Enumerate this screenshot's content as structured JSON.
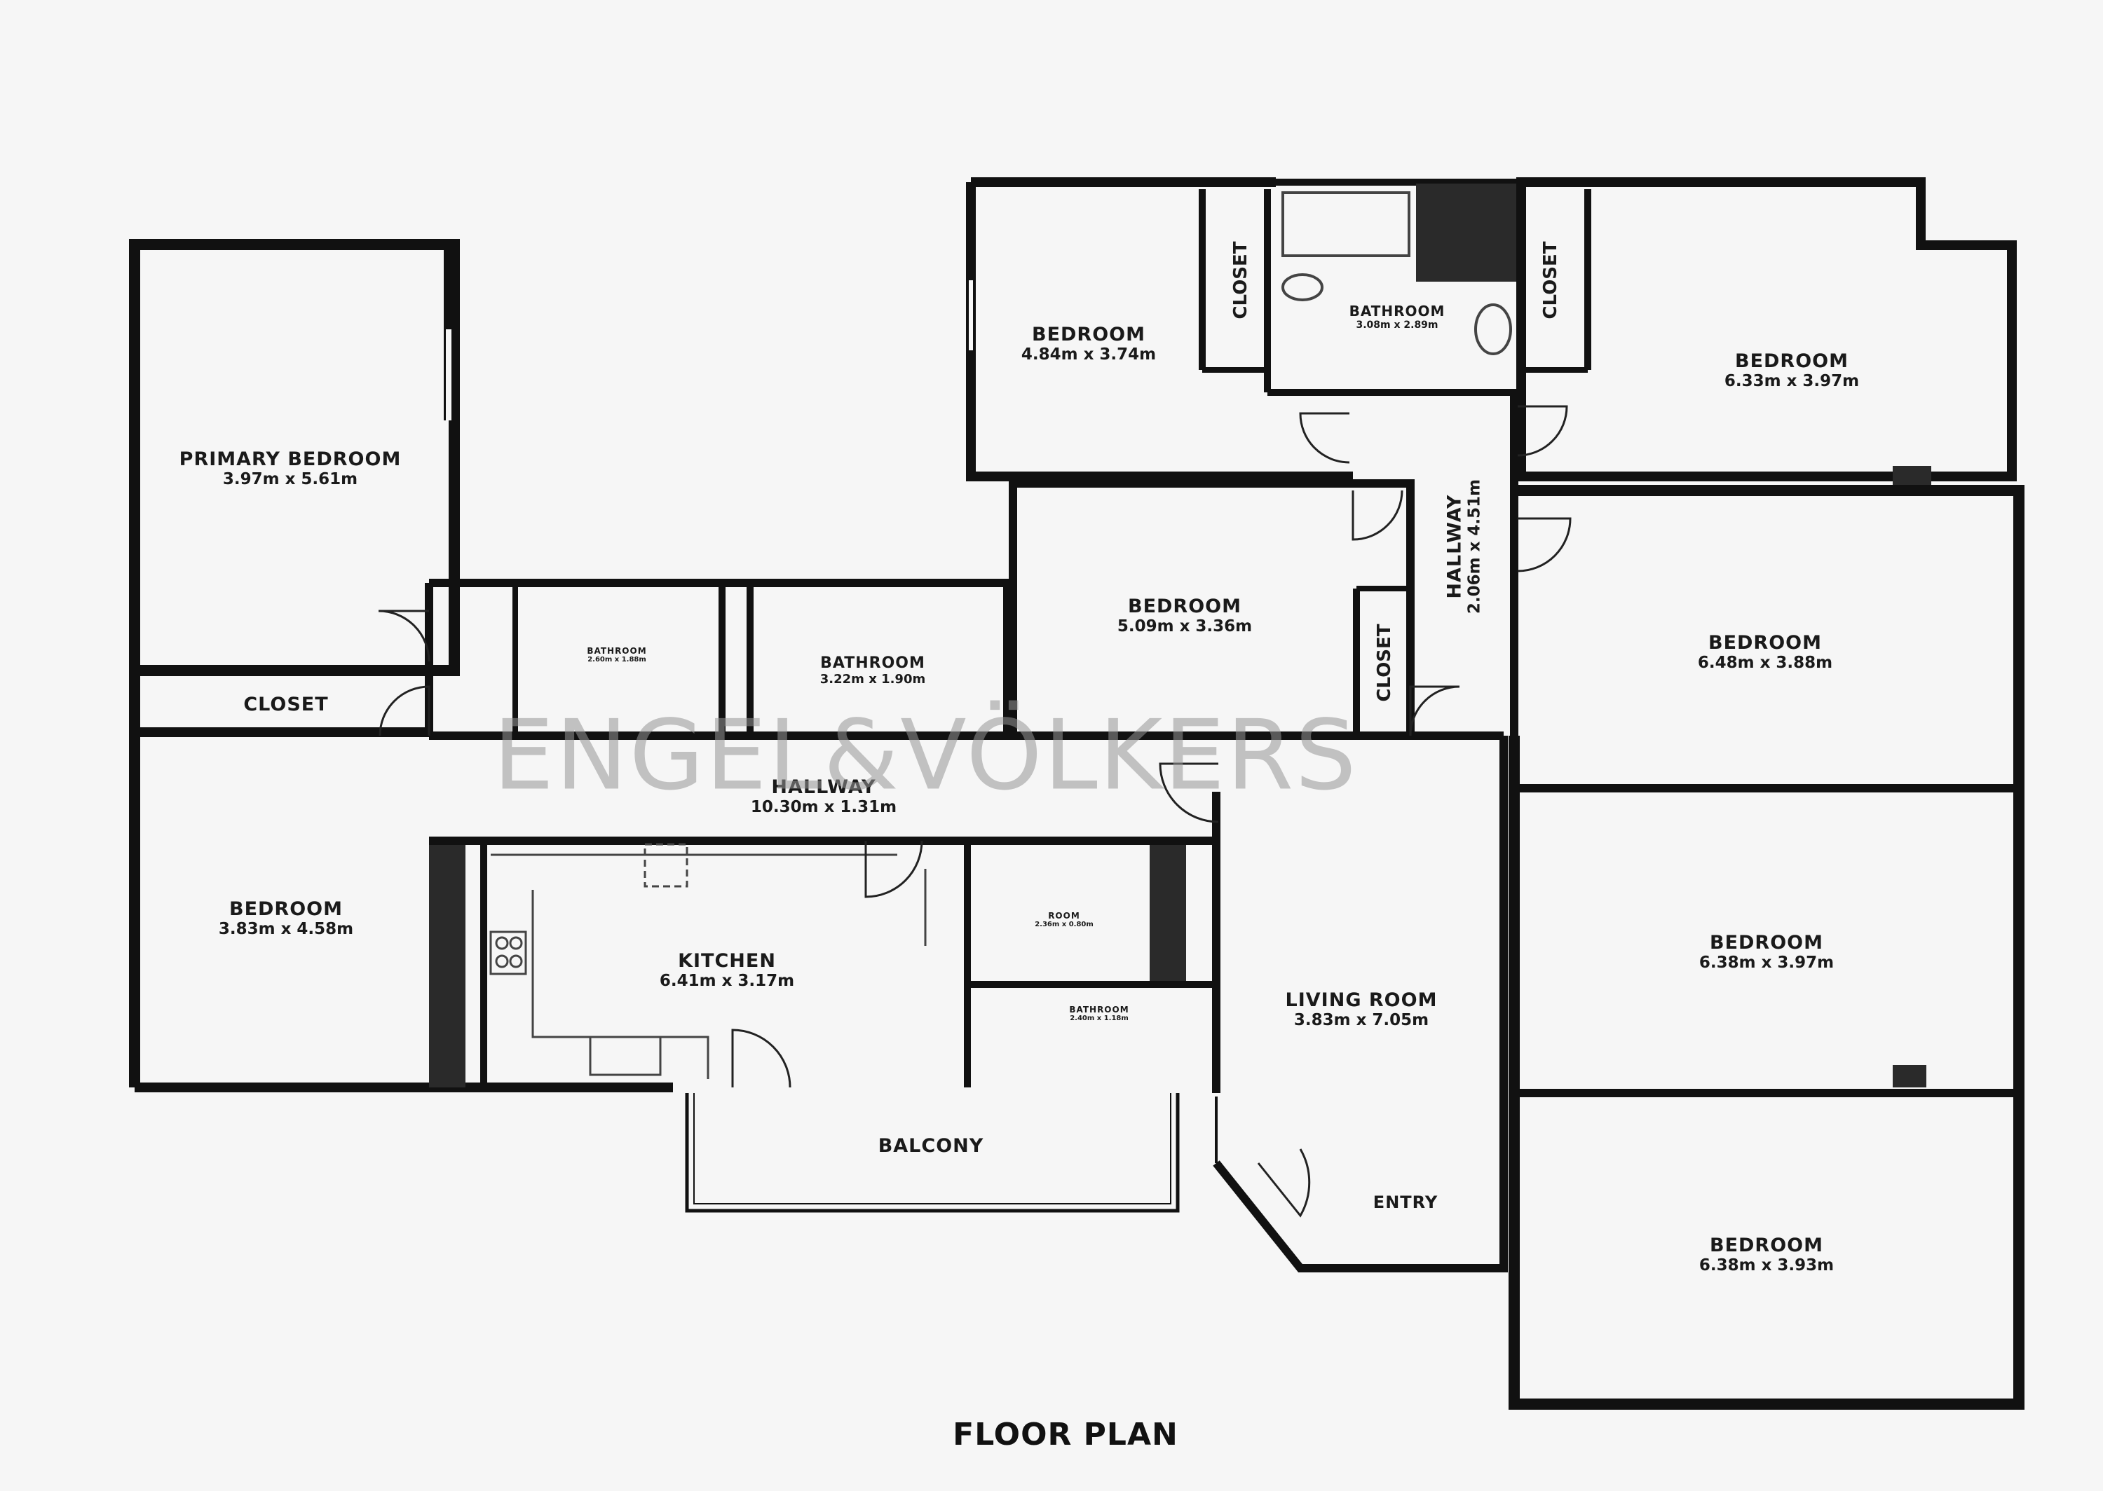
{
  "watermark": "ENGEL&VÖLKERS",
  "title": "FLOOR PLAN",
  "rooms": {
    "primary_bedroom": {
      "name": "PRIMARY BEDROOM",
      "dims": "3.97m x 5.61m"
    },
    "closet_left": {
      "name": "CLOSET"
    },
    "bedroom_left": {
      "name": "BEDROOM",
      "dims": "3.83m x 4.58m"
    },
    "bathroom_small": {
      "name": "BATHROOM",
      "dims": "2.60m x 1.88m"
    },
    "bathroom_mid": {
      "name": "BATHROOM",
      "dims": "3.22m x 1.90m"
    },
    "hallway_main": {
      "name": "HALLWAY",
      "dims": "10.30m x 1.31m"
    },
    "kitchen": {
      "name": "KITCHEN",
      "dims": "6.41m x 3.17m"
    },
    "room_small": {
      "name": "ROOM",
      "dims": "2.36m x 0.80m"
    },
    "bathroom_kitchen": {
      "name": "BATHROOM",
      "dims": "2.40m x 1.18m"
    },
    "balcony": {
      "name": "BALCONY"
    },
    "bedroom_top_left": {
      "name": "BEDROOM",
      "dims": "4.84m x 3.74m"
    },
    "closet_top_a": {
      "name": "CLOSET"
    },
    "bathroom_top": {
      "name": "BATHROOM",
      "dims": "3.08m x 2.89m"
    },
    "closet_top_b": {
      "name": "CLOSET"
    },
    "bedroom_top_right": {
      "name": "BEDROOM",
      "dims": "6.33m x 3.97m"
    },
    "bedroom_center": {
      "name": "BEDROOM",
      "dims": "5.09m x 3.36m"
    },
    "closet_center": {
      "name": "CLOSET"
    },
    "hallway_vertical": {
      "name": "HALLWAY",
      "dims": "2.06m x 4.51m"
    },
    "bedroom_right_1": {
      "name": "BEDROOM",
      "dims": "6.48m x 3.88m"
    },
    "bedroom_right_2": {
      "name": "BEDROOM",
      "dims": "6.38m x 3.97m"
    },
    "bedroom_right_3": {
      "name": "BEDROOM",
      "dims": "6.38m x 3.93m"
    },
    "living_room": {
      "name": "LIVING ROOM",
      "dims": "3.83m x 7.05m"
    },
    "entry": {
      "name": "ENTRY"
    }
  },
  "colors": {
    "wall": "#111111",
    "floor": "#f6f6f6",
    "fixture": "#444444",
    "watermark": "#969696"
  }
}
